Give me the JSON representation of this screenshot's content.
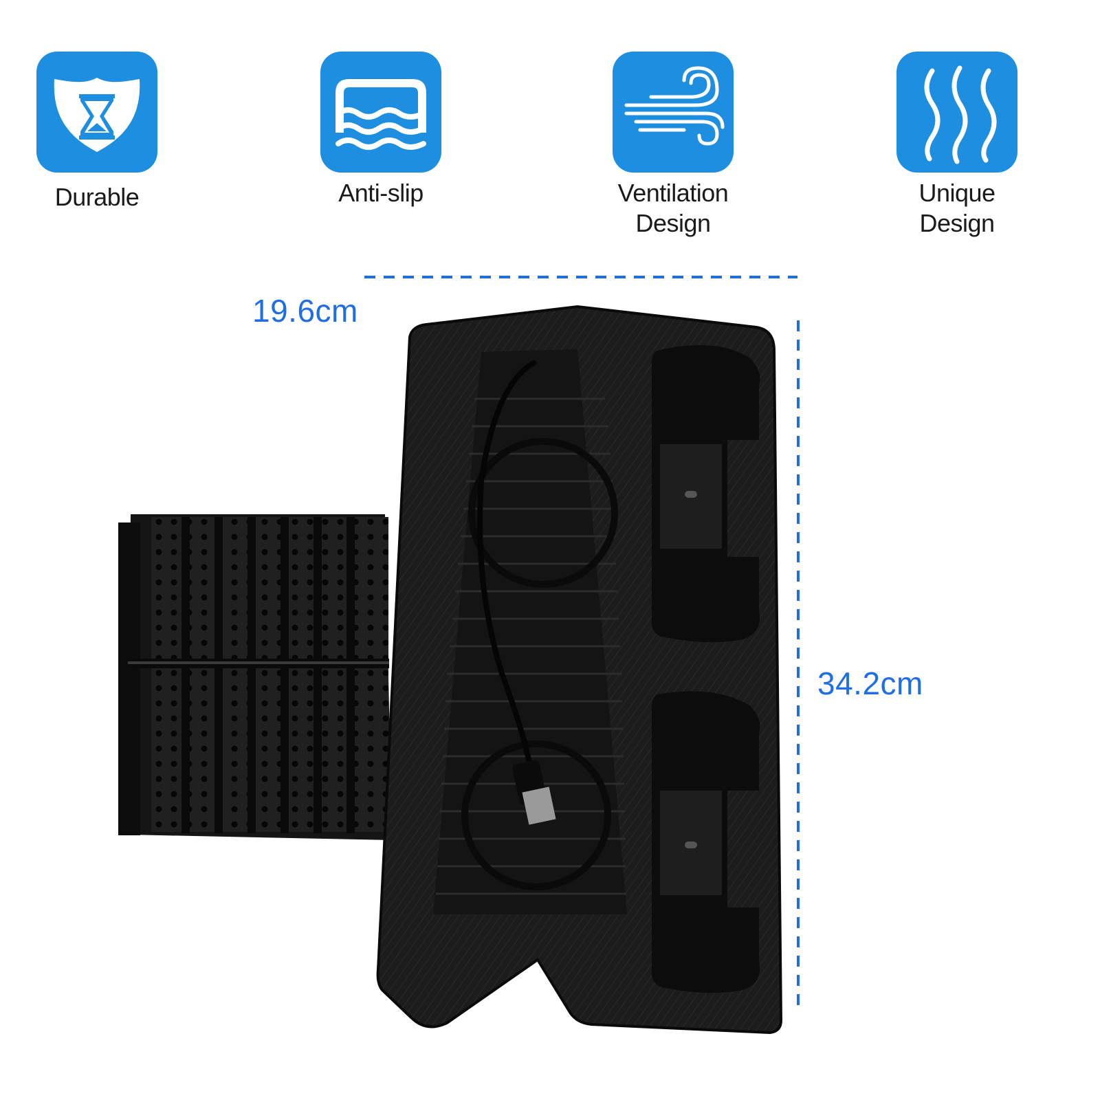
{
  "features": [
    {
      "icon": "shield-hourglass-icon",
      "label": "Durable"
    },
    {
      "icon": "wave-pad-icon",
      "label": "Anti-slip"
    },
    {
      "icon": "wind-icon",
      "label": "Ventilation\nDesign"
    },
    {
      "icon": "heat-wave-icon",
      "label": "Unique\nDesign"
    }
  ],
  "dimensions": {
    "width_label": "19.6cm",
    "height_label": "34.2cm"
  },
  "colors": {
    "icon_background": "#1e8fe0",
    "dimension_text": "#1e6ee8",
    "product_body": "#1b1b1b"
  }
}
